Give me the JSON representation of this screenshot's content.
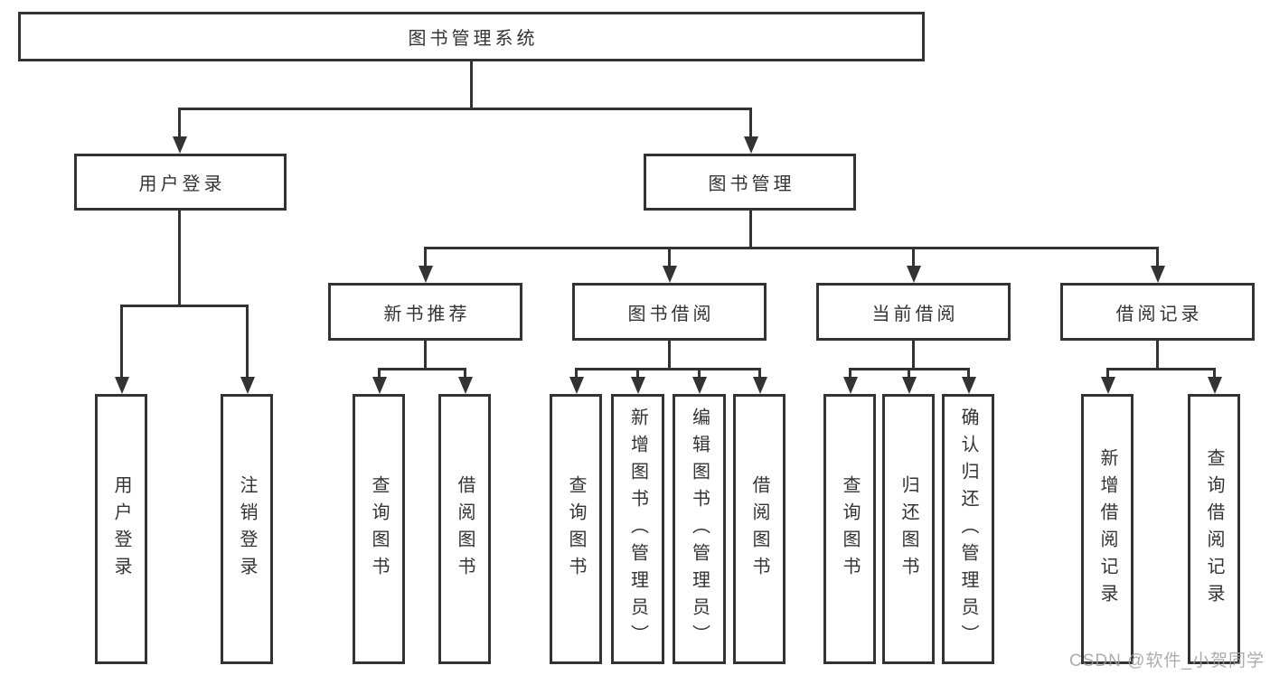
{
  "diagram": {
    "root": {
      "label": "图书管理系统"
    },
    "branch_user": {
      "label": "用户登录",
      "leaves": [
        {
          "label": "用户登录"
        },
        {
          "label": "注销登录"
        }
      ]
    },
    "branch_books": {
      "label": "图书管理",
      "sections": [
        {
          "label": "新书推荐",
          "leaves": [
            {
              "label": "查询图书"
            },
            {
              "label": "借阅图书"
            }
          ]
        },
        {
          "label": "图书借阅",
          "leaves": [
            {
              "label": "查询图书"
            },
            {
              "label": "新增图书（管理员）"
            },
            {
              "label": "编辑图书（管理员）"
            },
            {
              "label": "借阅图书"
            }
          ]
        },
        {
          "label": "当前借阅",
          "leaves": [
            {
              "label": "查询图书"
            },
            {
              "label": "归还图书"
            },
            {
              "label": "确认归还（管理员）"
            }
          ]
        },
        {
          "label": "借阅记录",
          "leaves": [
            {
              "label": "新增借阅记录"
            },
            {
              "label": "查询借阅记录"
            }
          ]
        }
      ]
    },
    "watermark": "CSDN @软件_小贺同学",
    "colors": {
      "line": "#333333",
      "text": "#333333",
      "watermark": "#9e9e9e",
      "background": "#ffffff"
    }
  }
}
